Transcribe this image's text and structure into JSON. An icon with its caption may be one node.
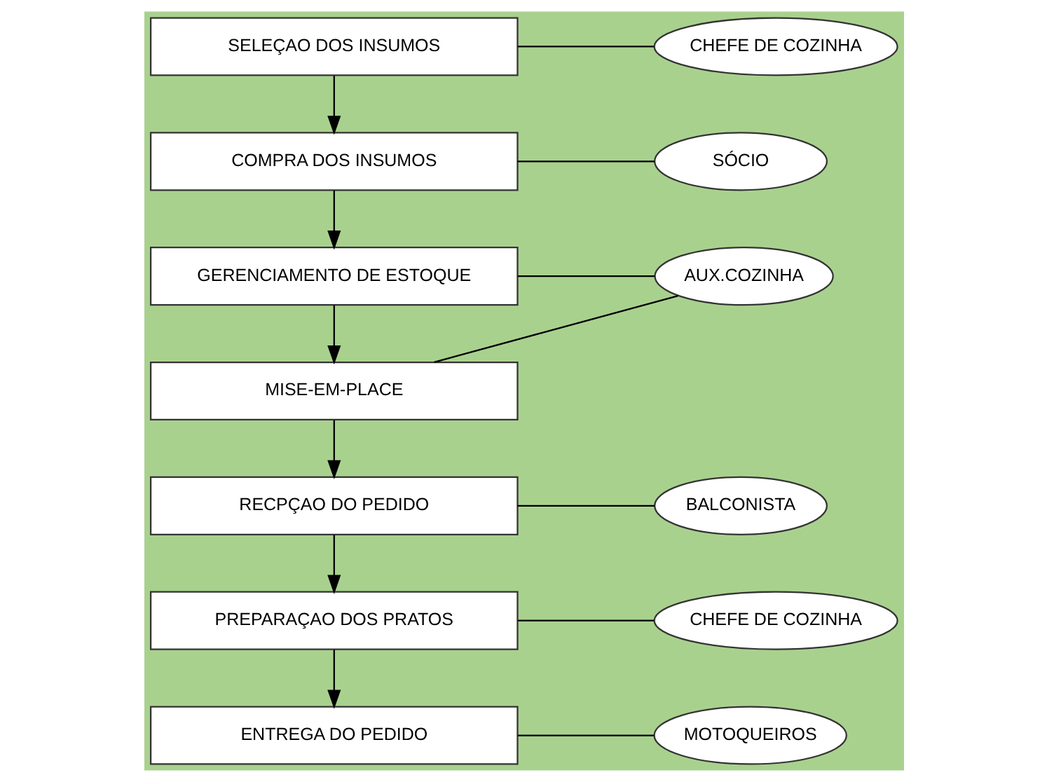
{
  "diagram": {
    "nodes": [
      {
        "text": [
          "SELEÇAO DOS INSUMOS"
        ]
      },
      {
        "text": [
          "CHEFE DE COZINHA"
        ]
      },
      {
        "text": [
          "COMPRA DOS INSUMOS"
        ]
      },
      {
        "text": [
          "SÓCIO"
        ]
      },
      {
        "text": [
          "GERENCIAMENTO DE ESTOQUE"
        ]
      },
      {
        "text": [
          "AUX.COZINHA"
        ]
      },
      {
        "text": [
          "MISE-EM-PLACE"
        ]
      },
      {
        "text": [
          "RECPÇAO DO PEDIDO"
        ]
      },
      {
        "text": [
          "BALCONISTA"
        ]
      },
      {
        "text": [
          "PREPARAÇAO DOS PRATOS"
        ]
      },
      {
        "text": [
          "CHEFE DE COZINHA"
        ]
      },
      {
        "text": [
          "ENTREGA DO PEDIDO"
        ]
      },
      {
        "text": [
          "MOTOQUEIROS"
        ]
      }
    ],
    "edges": [
      {
        "from": 0,
        "to": 2,
        "arrow": "to"
      },
      {
        "from": 2,
        "to": 4,
        "arrow": "to"
      },
      {
        "from": 4,
        "to": 6,
        "arrow": "to"
      },
      {
        "from": 6,
        "to": 7,
        "arrow": "to"
      },
      {
        "from": 7,
        "to": 9,
        "arrow": "to"
      },
      {
        "from": 9,
        "to": 11,
        "arrow": "to"
      },
      {
        "from": 0,
        "to": 1,
        "arrow": "none"
      },
      {
        "from": 2,
        "to": 3,
        "arrow": "none"
      },
      {
        "from": 4,
        "to": 5,
        "arrow": "none"
      },
      {
        "from": 6,
        "to": 5,
        "arrow": "none"
      },
      {
        "from": 7,
        "to": 8,
        "arrow": "none"
      },
      {
        "from": 9,
        "to": 10,
        "arrow": "none"
      },
      {
        "from": 11,
        "to": 12,
        "arrow": "none"
      }
    ]
  }
}
